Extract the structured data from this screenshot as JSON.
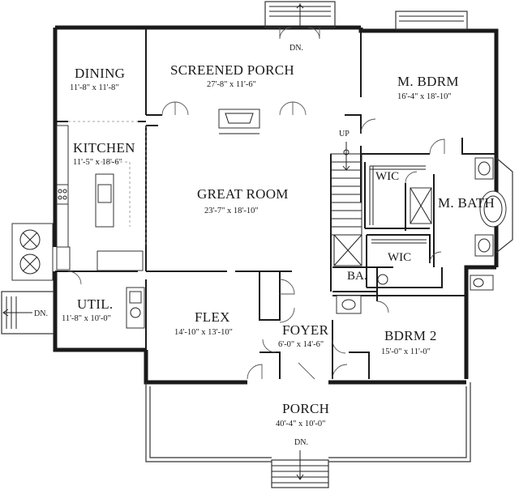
{
  "rooms": {
    "dining": {
      "name": "DINING",
      "dim": "11'-8\" x 11'-8\""
    },
    "screened_porch": {
      "name": "SCREENED PORCH",
      "dim": "27'-8\" x 11'-6\""
    },
    "m_bdrm": {
      "name": "M. BDRM",
      "dim": "16'-4\" x 18'-10\""
    },
    "kitchen": {
      "name": "KITCHEN",
      "dim": "11'-5\" x 18'-6\""
    },
    "great_room": {
      "name": "GREAT ROOM",
      "dim": "23'-7\" x 18'-10\""
    },
    "wic_1": {
      "name": "WIC"
    },
    "m_bath": {
      "name": "M. BATH"
    },
    "wic_2": {
      "name": "WIC"
    },
    "ba": {
      "name": "BA."
    },
    "util": {
      "name": "UTIL.",
      "dim": "11'-8\" x 10'-0\""
    },
    "flex": {
      "name": "FLEX",
      "dim": "14'-10\" x 13'-10\""
    },
    "foyer": {
      "name": "FOYER",
      "dim": "6'-0\" x 14'-6\""
    },
    "bdrm2": {
      "name": "BDRM 2",
      "dim": "15'-0\" x 11'-0\""
    },
    "porch": {
      "name": "PORCH",
      "dim": "40'-4\" x 10'-0\""
    }
  },
  "notes": {
    "up": "UP",
    "dn_top": "DN.",
    "dn_util": "DN.",
    "dn_porch": "DN."
  }
}
